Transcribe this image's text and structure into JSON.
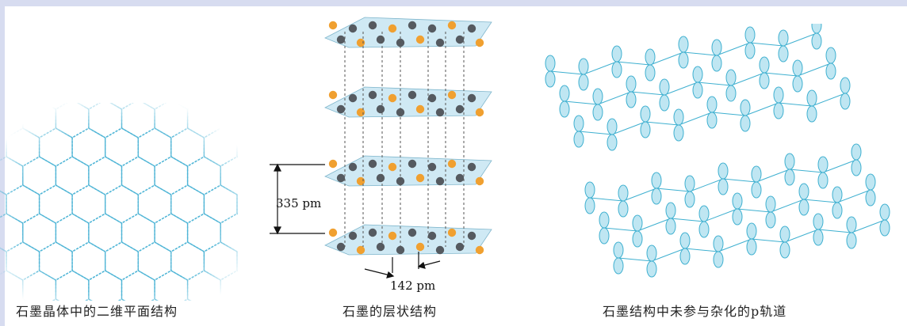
{
  "colors": {
    "background_frame": "#d7dcf0",
    "panel": "#ffffff",
    "honeycomb": "#4fb5d6",
    "layer_fill": "#cfe9f4",
    "atom_dark": "#555a60",
    "atom_orange": "#f0a030",
    "orbital": "#3fb0d0"
  },
  "figure1": {
    "caption": "石墨晶体中的二维平面结构"
  },
  "figure2": {
    "caption": "石墨的层状结构",
    "interlayer_label": "335 pm",
    "bond_label": "142 pm"
  },
  "figure3": {
    "caption": "石墨结构中未参与杂化的p轨道"
  }
}
